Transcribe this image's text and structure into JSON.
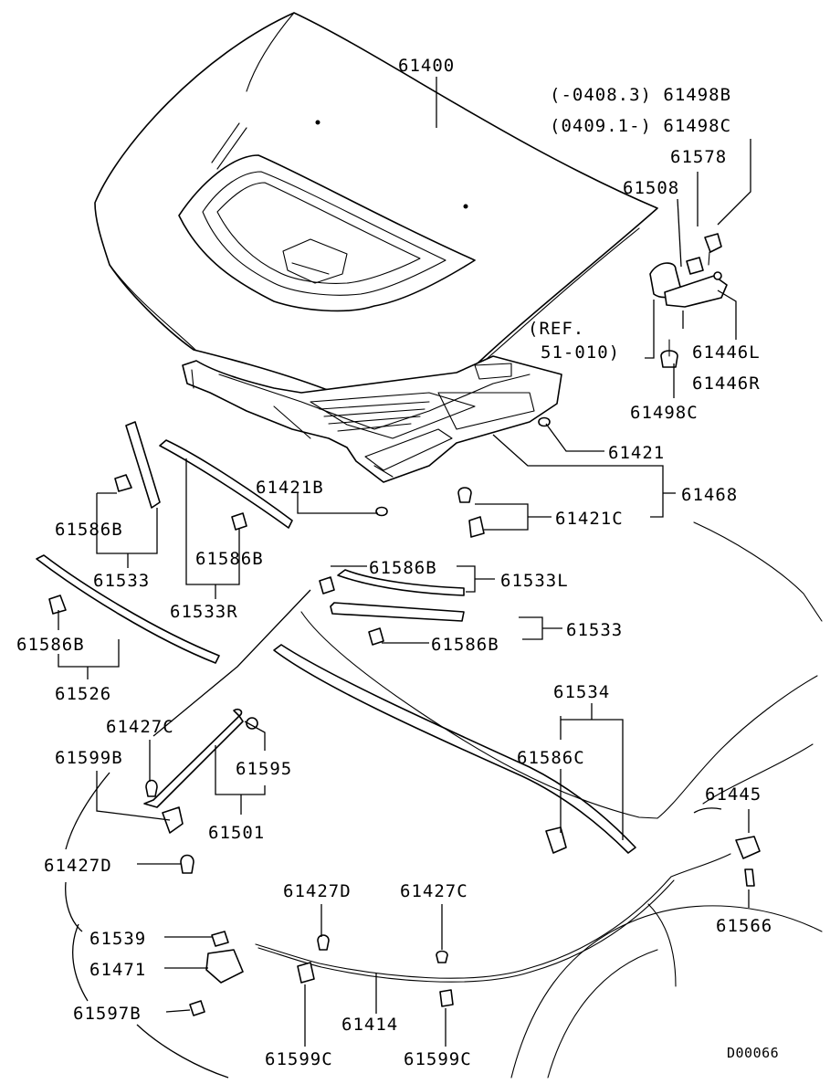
{
  "diagram_code": "D00066",
  "labels": {
    "p61400": "61400",
    "p61498b": "(-0408.3) 61498B",
    "p61498c_top": "(0409.1-) 61498C",
    "p61578": "61578",
    "p61508": "61508",
    "ref1": "(REF.",
    "ref2": "51-010)",
    "p61446l": "61446L",
    "p61446r": "61446R",
    "p61498c": "61498C",
    "p61421": "61421",
    "p61468": "61468",
    "p61421b": "61421B",
    "p61421c": "61421C",
    "p61586b_1": "61586B",
    "p61533_1": "61533",
    "p61586b_2": "61586B",
    "p61533r": "61533R",
    "p61586b_3": "61586B",
    "p61533l": "61533L",
    "p61533_2": "61533",
    "p61586b_4": "61586B",
    "p61586b_5": "61586B",
    "p61526": "61526",
    "p61534": "61534",
    "p61586c": "61586C",
    "p61427c_1": "61427C",
    "p61599b": "61599B",
    "p61595": "61595",
    "p61501": "61501",
    "p61427d_1": "61427D",
    "p61445": "61445",
    "p61427d_2": "61427D",
    "p61427c_2": "61427C",
    "p61566": "61566",
    "p61539": "61539",
    "p61471": "61471",
    "p61597b": "61597B",
    "p61414": "61414",
    "p61599c_1": "61599C",
    "p61599c_2": "61599C"
  }
}
